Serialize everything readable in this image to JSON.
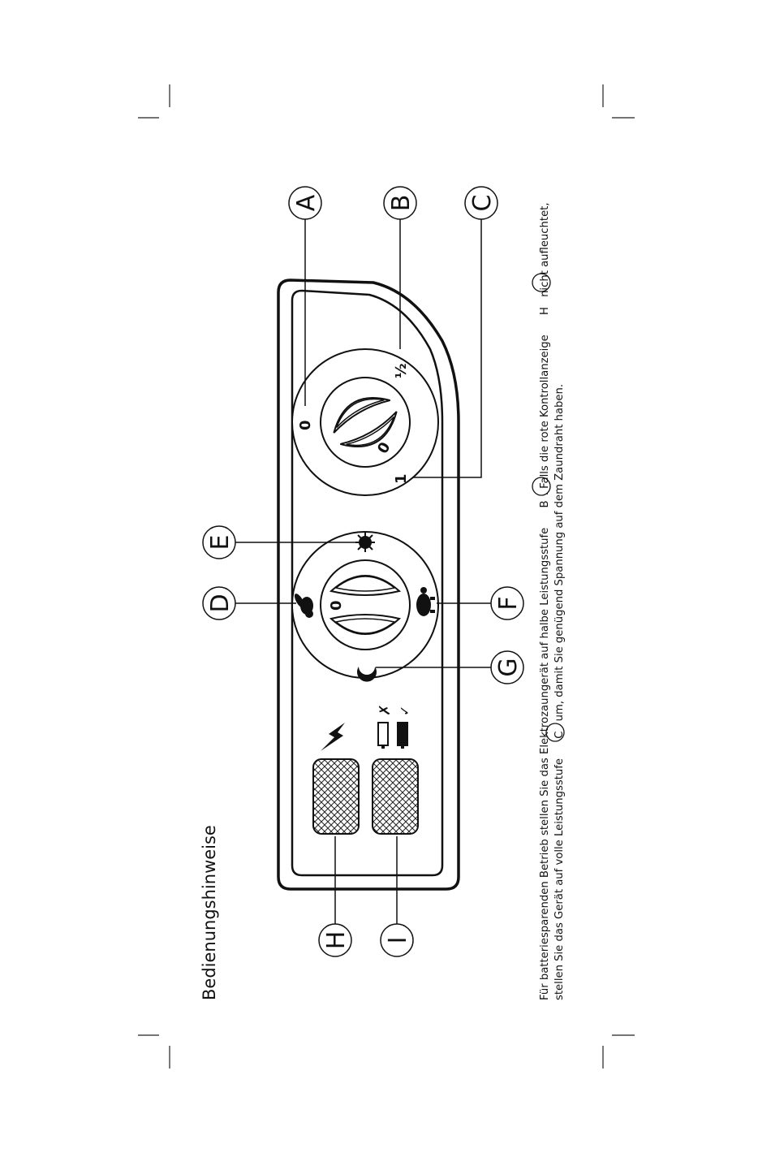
{
  "page": {
    "title": "Bedienungshinweise"
  },
  "callouts": {
    "A": "A",
    "B": "B",
    "C": "C",
    "D": "D",
    "E": "E",
    "F": "F",
    "G": "G",
    "H": "H",
    "I": "I"
  },
  "power_dial": {
    "label_off": "0",
    "label_half": "½",
    "label_full": "1",
    "knob_mark": "0"
  },
  "mode_dial": {
    "knob_mark": "0",
    "icons": [
      "sun-icon",
      "rabbit-icon",
      "turtle-icon",
      "moon-icon"
    ]
  },
  "indicators": {
    "top_icon": "lightning-icon",
    "bottom_icons": [
      "battery-empty-icon",
      "battery-full-icon"
    ],
    "cross_mark": "✗",
    "check_mark": "✓"
  },
  "instructions": {
    "line1_part1": "Für batteriesparenden Betrieb stellen Sie das Elektrozaungerät auf halbe Leistungsstufe",
    "line1_ref1": "B",
    "line1_part2": ". Falls die rote Kontrollanzeige",
    "line1_ref2": "H",
    "line1_part3": "nicht aufleuchtet,",
    "line2_part1": "stellen Sie das Gerät auf volle Leistungsstufe",
    "line2_ref1": "C",
    "line2_part2": "um, damit Sie genügend Spannung auf dem Zaundraht haben."
  },
  "colors": {
    "ink": "#111111",
    "paper": "#ffffff"
  }
}
